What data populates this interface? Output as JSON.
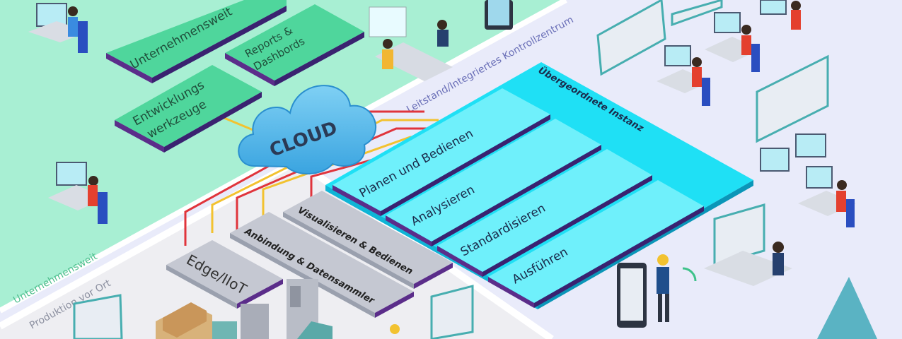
{
  "zones": {
    "enterprise_label": "Unternehmensweit",
    "control_center_label": "Leitstand/Integriertes Kontrollzentrum",
    "local_production_label": "Produktion vor Ort"
  },
  "enterprise_boxes": {
    "top": "Unternehmensweit",
    "reports_line1": "Reports &",
    "reports_line2": "Dashbords",
    "dev_line1": "Entwicklungs",
    "dev_line2": "werkzeuge"
  },
  "cloud": {
    "label": "CLOUD"
  },
  "instance": {
    "title": "Übergeordnete Instanz",
    "layers": [
      "Planen und Bedienen",
      "Analysieren",
      "Standardisieren",
      "Ausführen"
    ]
  },
  "local_stack": {
    "layers": [
      "Visualisieren & Bedienen",
      "Anbindung & Datensammler",
      "Edge/IIoT"
    ]
  },
  "colors": {
    "enterprise_bg": "#a8efd3",
    "control_bg": "#e9ebfa",
    "local_bg": "#eeeef2",
    "green_box": "#4fd69c",
    "cyan_box": "#3ee6f7",
    "grey_box": "#c5c8d2",
    "purple_edge": "#5b2d8a",
    "line_red": "#e0343c",
    "line_yellow": "#f2c230"
  }
}
